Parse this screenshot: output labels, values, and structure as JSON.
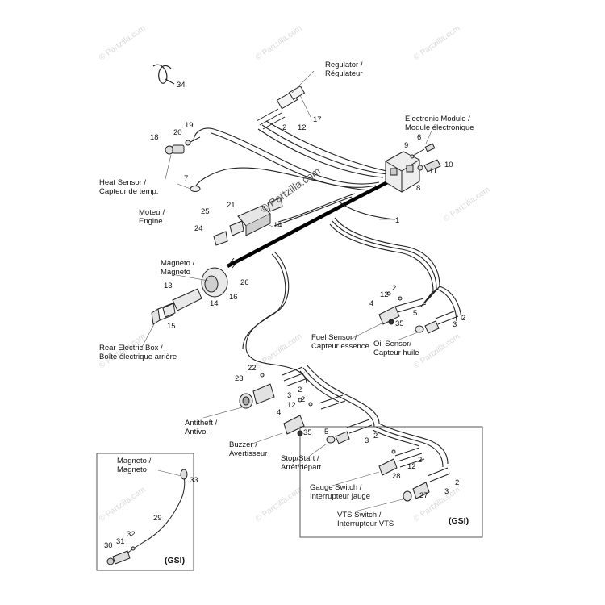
{
  "watermarks": {
    "main": "© Partzilla.com",
    "faint": "© Partzilla.com"
  },
  "labels": {
    "regulator": [
      "Regulator /",
      "Régulateur"
    ],
    "electronic_module": [
      "Electronic Module /",
      "Module électronique"
    ],
    "heat_sensor": [
      "Heat Sensor /",
      "Capteur de temp."
    ],
    "moteur": [
      "Moteur/",
      "Engine"
    ],
    "magneto_top": [
      "Magneto /",
      "Magneto"
    ],
    "rear_electric_box": [
      "Rear Electric Box /",
      "Boîte électrique arrière"
    ],
    "fuel_sensor": [
      "Fuel Sensor /",
      "Capteur essence"
    ],
    "oil_sensor": [
      "Oil Sensor/",
      "Capteur huile"
    ],
    "antitheft": [
      "Antitheft /",
      "Antivol"
    ],
    "buzzer": [
      "Buzzer /",
      "Avertisseur"
    ],
    "stop_start": [
      "Stop/Start /",
      "Arrêt/départ"
    ],
    "gauge_switch": [
      "Gauge Switch /",
      "Interrupteur jauge"
    ],
    "vts_switch": [
      "VTS Switch /",
      "Interrupteur VTS"
    ],
    "magneto_inset": [
      "Magneto /",
      "Magneto"
    ]
  },
  "gsi_tag": "(GSI)",
  "callouts": {
    "n34": "34",
    "n17": "17",
    "n2a": "2",
    "n12a": "12",
    "n19": "19",
    "n20": "20",
    "n18": "18",
    "n7": "7",
    "n6": "6",
    "n9": "9",
    "n10": "10",
    "n11": "11",
    "n8": "8",
    "n1": "1",
    "n25": "25",
    "n21": "21",
    "n24": "24",
    "n14a": "14",
    "n26": "26",
    "n13": "13",
    "n16": "16",
    "n14b": "14",
    "n15": "15",
    "n2b": "2",
    "n12b": "12",
    "n4a": "4",
    "n35a": "35",
    "n5a": "5",
    "n3a": "3",
    "n2c": "2",
    "n22": "22",
    "n23": "23",
    "n3b": "3",
    "n2d": "2",
    "n12c": "12",
    "n2e": "2",
    "n4b": "4",
    "n35b": "35",
    "n5b": "5",
    "n2f": "2",
    "n3c": "3",
    "n2g": "2",
    "n12d": "12",
    "n28": "28",
    "n2h": "2",
    "n27": "27",
    "n3d": "3",
    "n33": "33",
    "n29": "29",
    "n32": "32",
    "n31": "31",
    "n30": "30"
  }
}
